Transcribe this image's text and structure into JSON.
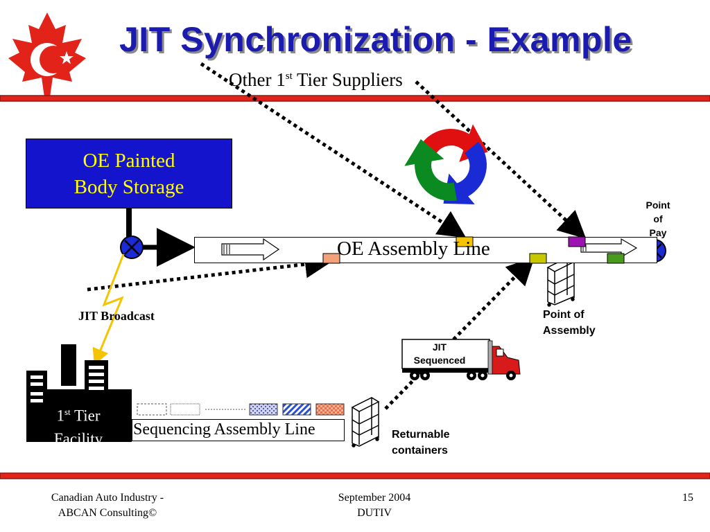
{
  "slide": {
    "title": "JIT Synchronization - Example",
    "suppliers": {
      "prefix": "Other 1",
      "sup": "st",
      "suffix": " Tier Suppliers"
    },
    "oe_storage": {
      "line1": "OE Painted",
      "line2": "Body Storage"
    },
    "assembly_line": "OE Assembly Line",
    "point_of_pay": {
      "line1": "Point",
      "line2": "of",
      "line3": "Pay"
    },
    "point_of_assembly": {
      "line1": "Point of",
      "line2": "Assembly"
    },
    "jit_broadcast": "JIT Broadcast",
    "jit_sequenced": {
      "line1": "JIT",
      "line2": "Sequenced"
    },
    "facility": {
      "line1_prefix": "1",
      "line1_sup": "st",
      "line1_suffix": " Tier",
      "line2": "Facility"
    },
    "sequencing_line": "Sequencing Assembly Line",
    "returnable": {
      "line1": "Returnable",
      "line2": "containers"
    }
  },
  "footer": {
    "left_line1": "Canadian Auto Industry -",
    "left_line2": "ABCAN Consulting©",
    "center_line1": "September 2004",
    "center_line2": "DUTIV",
    "page_number": "15"
  },
  "icons": {
    "logo": "maple-leaf-crescent-logo-icon",
    "cycle": "three-arrow-cycle-icon",
    "truck": "truck-icon",
    "factory": "factory-icon",
    "rack": "returnable-container-rack-icon",
    "node": "x-circle-node-icon"
  },
  "colors": {
    "title": "#1b1bb0",
    "storage_box": "#1414cc",
    "storage_text": "#ffff00",
    "rule": "#e2231a",
    "broadcast_bolt": "#f5c400",
    "cycle_red": "#e01010",
    "cycle_green": "#0a8a20",
    "cycle_blue": "#1a2bd6"
  }
}
